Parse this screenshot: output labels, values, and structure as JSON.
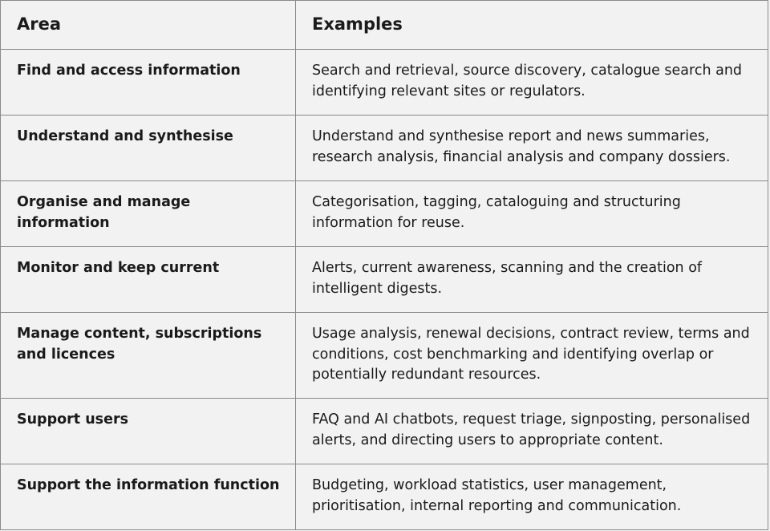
{
  "table": {
    "headers": {
      "area": "Area",
      "examples": "Examples"
    },
    "rows": [
      {
        "area": "Find and access information",
        "examples": "Search and retrieval, source discovery, catalogue search and identifying relevant sites or regulators."
      },
      {
        "area": "Understand and synthesise",
        "examples": "Understand and synthesise report and news summaries, research analysis, financial analysis and company dossiers."
      },
      {
        "area": "Organise and manage information",
        "examples": "Categorisation, tagging, cataloguing and structuring information for reuse."
      },
      {
        "area": "Monitor and keep current",
        "examples": "Alerts, current awareness, scanning and the creation of intelligent digests."
      },
      {
        "area": "Manage content, subscriptions and licences",
        "examples": "Usage analysis, renewal decisions, contract review, terms and conditions, cost benchmarking and identifying overlap or potentially redundant resources."
      },
      {
        "area": "Support users",
        "examples": "FAQ and AI chatbots, request triage, signposting, personalised alerts, and directing users to appropriate content."
      },
      {
        "area": "Support the information function",
        "examples": "Budgeting, workload statistics, user management, prioritisation, internal reporting and communication."
      }
    ]
  }
}
